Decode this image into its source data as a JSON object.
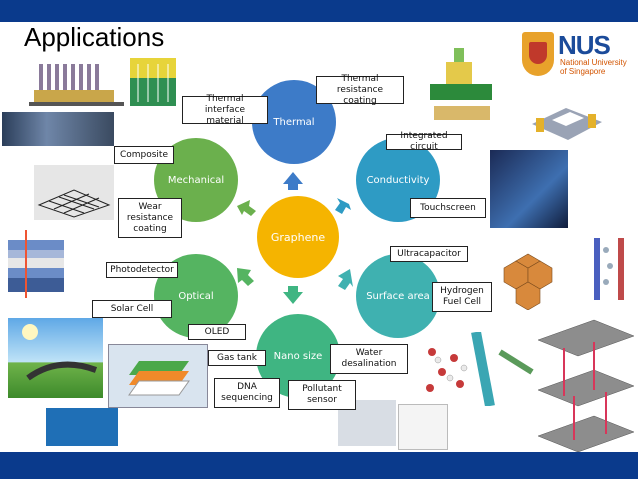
{
  "slide": {
    "title": "Applications"
  },
  "logo": {
    "name": "NUS",
    "line1": "National University",
    "line2": "of Singapore"
  },
  "center": {
    "label": "Graphene"
  },
  "nodes": {
    "thermal": "Thermal",
    "conductivity": "Conductivity",
    "surface_area": "Surface area",
    "nano_size": "Nano size",
    "optical": "Optical",
    "mechanical": "Mechanical"
  },
  "applications": {
    "thermal_interface": "Thermal interface material",
    "thermal_coating": "Thermal resistance coating",
    "integrated_circuit": "Integrated circuit",
    "touchscreen": "Touchscreen",
    "ultracapacitor": "Ultracapacitor",
    "hydrogen_fuel_cell": "Hydrogen Fuel Cell",
    "water_desalination": "Water desalination",
    "pollutant_sensor": "Pollutant sensor",
    "dna_sequencing": "DNA sequencing",
    "gas_tank": "Gas tank",
    "oled": "OLED",
    "solar_cell": "Solar Cell",
    "photodetector": "Photodetector",
    "wear_coating": "Wear resistance coating",
    "composite": "Composite"
  },
  "colors": {
    "brand_blue": "#0a3a8c",
    "center": "#f5b400",
    "thermal": "#3d7bc8",
    "conductivity": "#2e9bc4",
    "surface_area": "#3fb1b0",
    "nano_size": "#3fb582",
    "optical": "#55b461",
    "mechanical": "#6bb04d"
  }
}
